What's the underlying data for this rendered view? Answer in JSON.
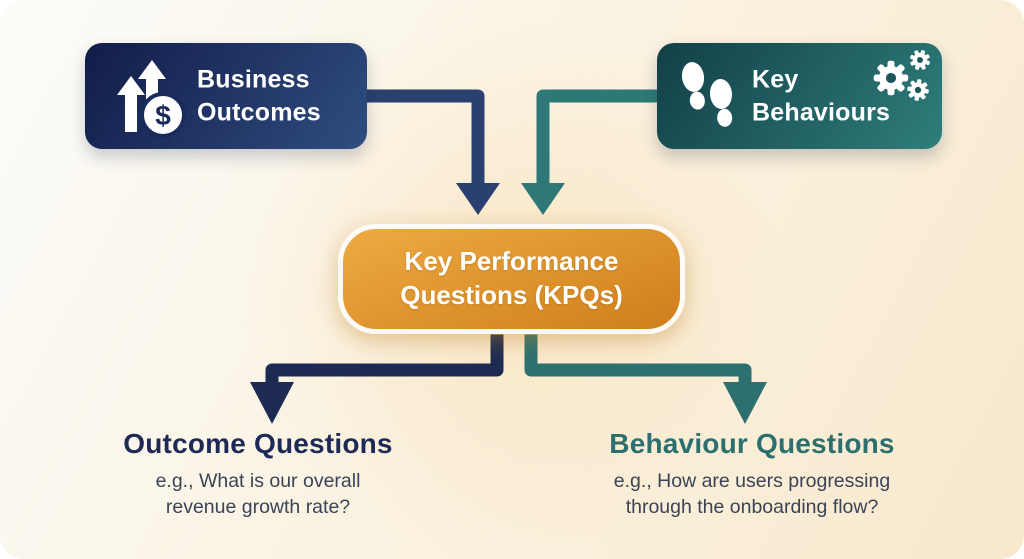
{
  "nodes": {
    "business_outcomes": {
      "line1": "Business",
      "line2": "Outcomes"
    },
    "key_behaviours": {
      "line1": "Key",
      "line2": "Behaviours"
    },
    "kpq": {
      "line1": "Key Performance",
      "line2": "Questions (KPQs)"
    }
  },
  "outcome_questions": {
    "title": "Outcome Questions",
    "example_line1": "e.g., What is our overall",
    "example_line2": "revenue growth rate?"
  },
  "behaviour_questions": {
    "title": "Behaviour Questions",
    "example_line1": "e.g., How are users progressing",
    "example_line2": "through the onboarding flow?"
  },
  "icons": {
    "dollar_symbol": "$",
    "business_outcomes_icon": "growth-arrows-dollar-icon",
    "key_behaviours_left_icon": "footprints-icon",
    "key_behaviours_right_icon": "gears-icon"
  },
  "colors": {
    "background_start": "#fcfcfa",
    "background_end": "#f8e9cd",
    "navy_box_start": "#121c49",
    "navy_box_end": "#2f4d80",
    "teal_box_start": "#123f48",
    "teal_box_end": "#2f7e7c",
    "orange_box_start": "#eeab42",
    "orange_box_end": "#cf7e1b",
    "navy_arrow_top": "#2a4070",
    "navy_arrow_bottom": "#1d2b52",
    "teal_arrow_top": "#2e7977",
    "teal_arrow_bottom": "#2d706f",
    "navy_heading": "#1e2a55",
    "teal_heading": "#2b6f6e",
    "body_text": "#3b4357"
  }
}
